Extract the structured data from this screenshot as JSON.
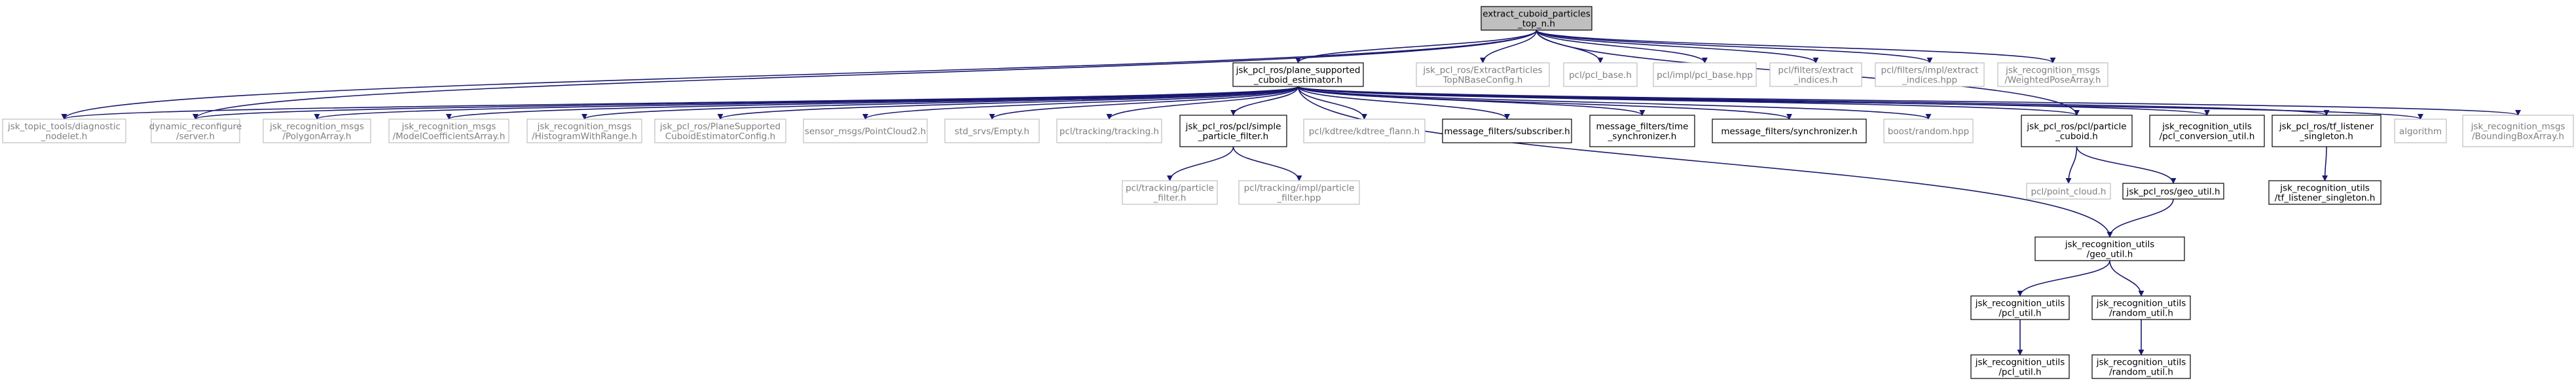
{
  "colors": {
    "edge": "#191970",
    "border_documented": "#000000",
    "border_external": "#bfbfbf",
    "fill_root": "#bfbfbf",
    "fill_node": "#ffffff",
    "text_documented": "#000000",
    "text_external": "#7f7f7f"
  },
  "nodes": [
    {
      "id": "root",
      "lines": [
        "extract_cuboid_particles",
        "_top_n.h"
      ],
      "kind": "root"
    },
    {
      "id": "diag_nodelet",
      "lines": [
        "jsk_topic_tools/diagnostic",
        "_nodelet.h"
      ],
      "kind": "external"
    },
    {
      "id": "plane_est",
      "lines": [
        "jsk_pcl_ros/plane_supported",
        "_cuboid_estimator.h"
      ],
      "kind": "documented"
    },
    {
      "id": "extract_cfg",
      "lines": [
        "jsk_pcl_ros/ExtractParticles",
        "TopNBaseConfig.h"
      ],
      "kind": "external"
    },
    {
      "id": "pcl_base_h",
      "lines": [
        "pcl/pcl_base.h"
      ],
      "kind": "external"
    },
    {
      "id": "pcl_base_hpp",
      "lines": [
        "pcl/impl/pcl_base.hpp"
      ],
      "kind": "external"
    },
    {
      "id": "extract_indices_h",
      "lines": [
        "pcl/filters/extract",
        "_indices.h"
      ],
      "kind": "external"
    },
    {
      "id": "extract_indices_hpp",
      "lines": [
        "pcl/filters/impl/extract",
        "_indices.hpp"
      ],
      "kind": "external"
    },
    {
      "id": "weighted_pose",
      "lines": [
        "jsk_recognition_msgs",
        "/WeightedPoseArray.h"
      ],
      "kind": "external"
    },
    {
      "id": "dyn_reconf",
      "lines": [
        "dynamic_reconfigure",
        "/server.h"
      ],
      "kind": "external"
    },
    {
      "id": "polygon_array",
      "lines": [
        "jsk_recognition_msgs",
        "/PolygonArray.h"
      ],
      "kind": "external"
    },
    {
      "id": "model_coef",
      "lines": [
        "jsk_recognition_msgs",
        "/ModelCoefficientsArray.h"
      ],
      "kind": "external"
    },
    {
      "id": "histogram",
      "lines": [
        "jsk_recognition_msgs",
        "/HistogramWithRange.h"
      ],
      "kind": "external"
    },
    {
      "id": "plane_cfg",
      "lines": [
        "jsk_pcl_ros/PlaneSupported",
        "CuboidEstimatorConfig.h"
      ],
      "kind": "external"
    },
    {
      "id": "pointcloud2",
      "lines": [
        "sensor_msgs/PointCloud2.h"
      ],
      "kind": "external"
    },
    {
      "id": "empty_srv",
      "lines": [
        "std_srvs/Empty.h"
      ],
      "kind": "external"
    },
    {
      "id": "tracking",
      "lines": [
        "pcl/tracking/tracking.h"
      ],
      "kind": "external"
    },
    {
      "id": "simple_pf",
      "lines": [
        "jsk_pcl_ros/pcl/simple",
        "_particle_filter.h"
      ],
      "kind": "documented"
    },
    {
      "id": "kdtree",
      "lines": [
        "pcl/kdtree/kdtree_flann.h"
      ],
      "kind": "external"
    },
    {
      "id": "subscriber",
      "lines": [
        "message_filters/subscriber.h"
      ],
      "kind": "documented"
    },
    {
      "id": "time_sync",
      "lines": [
        "message_filters/time",
        "_synchronizer.h"
      ],
      "kind": "documented"
    },
    {
      "id": "synchronizer",
      "lines": [
        "message_filters/synchronizer.h"
      ],
      "kind": "documented"
    },
    {
      "id": "boost_random",
      "lines": [
        "boost/random.hpp"
      ],
      "kind": "external"
    },
    {
      "id": "particle_cuboid",
      "lines": [
        "jsk_pcl_ros/pcl/particle",
        "_cuboid.h"
      ],
      "kind": "documented"
    },
    {
      "id": "pcl_conv",
      "lines": [
        "jsk_recognition_utils",
        "/pcl_conversion_util.h"
      ],
      "kind": "documented"
    },
    {
      "id": "tf_listener",
      "lines": [
        "jsk_pcl_ros/tf_listener",
        "_singleton.h"
      ],
      "kind": "documented"
    },
    {
      "id": "algorithm",
      "lines": [
        "algorithm"
      ],
      "kind": "external"
    },
    {
      "id": "bbox_array",
      "lines": [
        "jsk_recognition_msgs",
        "/BoundingBoxArray.h"
      ],
      "kind": "external"
    },
    {
      "id": "tracking_pf_h",
      "lines": [
        "pcl/tracking/particle",
        "_filter.h"
      ],
      "kind": "external"
    },
    {
      "id": "tracking_pf_hpp",
      "lines": [
        "pcl/tracking/impl/particle",
        "_filter.hpp"
      ],
      "kind": "external"
    },
    {
      "id": "point_cloud_h",
      "lines": [
        "pcl/point_cloud.h"
      ],
      "kind": "external"
    },
    {
      "id": "pcl_geo_util",
      "lines": [
        "jsk_pcl_ros/geo_util.h"
      ],
      "kind": "documented"
    },
    {
      "id": "tf_listener_utils",
      "lines": [
        "jsk_recognition_utils",
        "/tf_listener_singleton.h"
      ],
      "kind": "documented"
    },
    {
      "id": "geo_util",
      "lines": [
        "jsk_recognition_utils",
        "/geo_util.h"
      ],
      "kind": "documented"
    },
    {
      "id": "pcl_util_a",
      "lines": [
        "jsk_recognition_utils",
        "/pcl_util.h"
      ],
      "kind": "documented"
    },
    {
      "id": "random_util_a",
      "lines": [
        "jsk_recognition_utils",
        "/random_util.h"
      ],
      "kind": "documented"
    },
    {
      "id": "pcl_util_b",
      "lines": [
        "jsk_recognition_utils",
        "/pcl_util.h"
      ],
      "kind": "documented"
    },
    {
      "id": "random_util_b",
      "lines": [
        "jsk_recognition_utils",
        "/random_util.h"
      ],
      "kind": "documented"
    }
  ],
  "edges": [
    [
      "root",
      "diag_nodelet"
    ],
    [
      "root",
      "plane_est"
    ],
    [
      "root",
      "extract_cfg"
    ],
    [
      "root",
      "pcl_base_h"
    ],
    [
      "root",
      "pcl_base_hpp"
    ],
    [
      "root",
      "extract_indices_h"
    ],
    [
      "root",
      "extract_indices_hpp"
    ],
    [
      "root",
      "weighted_pose"
    ],
    [
      "root",
      "dyn_reconf"
    ],
    [
      "root",
      "particle_cuboid"
    ],
    [
      "plane_est",
      "diag_nodelet"
    ],
    [
      "plane_est",
      "dyn_reconf"
    ],
    [
      "plane_est",
      "polygon_array"
    ],
    [
      "plane_est",
      "model_coef"
    ],
    [
      "plane_est",
      "histogram"
    ],
    [
      "plane_est",
      "plane_cfg"
    ],
    [
      "plane_est",
      "pointcloud2"
    ],
    [
      "plane_est",
      "empty_srv"
    ],
    [
      "plane_est",
      "tracking"
    ],
    [
      "plane_est",
      "simple_pf"
    ],
    [
      "plane_est",
      "kdtree"
    ],
    [
      "plane_est",
      "subscriber"
    ],
    [
      "plane_est",
      "time_sync"
    ],
    [
      "plane_est",
      "synchronizer"
    ],
    [
      "plane_est",
      "boost_random"
    ],
    [
      "plane_est",
      "particle_cuboid"
    ],
    [
      "plane_est",
      "pcl_conv"
    ],
    [
      "plane_est",
      "tf_listener"
    ],
    [
      "plane_est",
      "algorithm"
    ],
    [
      "plane_est",
      "bbox_array"
    ],
    [
      "plane_est",
      "geo_util"
    ],
    [
      "simple_pf",
      "tracking_pf_h"
    ],
    [
      "simple_pf",
      "tracking_pf_hpp"
    ],
    [
      "particle_cuboid",
      "point_cloud_h"
    ],
    [
      "particle_cuboid",
      "pcl_geo_util"
    ],
    [
      "pcl_geo_util",
      "geo_util"
    ],
    [
      "tf_listener",
      "tf_listener_utils"
    ],
    [
      "geo_util",
      "pcl_util_a"
    ],
    [
      "geo_util",
      "random_util_a"
    ],
    [
      "pcl_util_a",
      "pcl_util_b"
    ],
    [
      "random_util_a",
      "random_util_b"
    ]
  ]
}
